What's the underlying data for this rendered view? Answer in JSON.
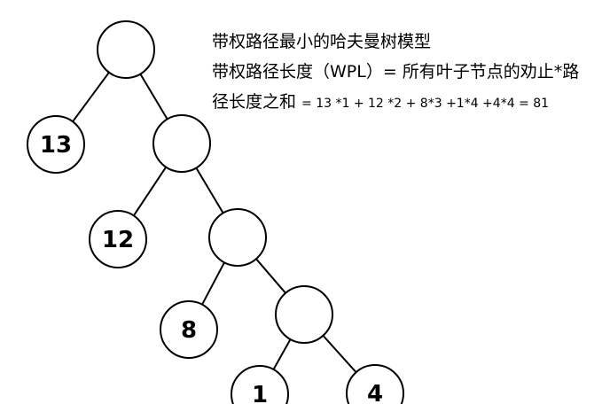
{
  "title": "带权路径最小的哈夫曼树模型",
  "definition_line1": "带权路径长度（WPL）= 所有叶子节点的劝止*路",
  "definition_line2": "径长度之和",
  "formula": "= 13 *1 + 12 *2 + 8*3 +1*4 +4*4 = 81",
  "tree": {
    "nodes": [
      {
        "id": "root",
        "label": ""
      },
      {
        "id": "leaf-13",
        "label": "13"
      },
      {
        "id": "internal-1",
        "label": ""
      },
      {
        "id": "leaf-12",
        "label": "12"
      },
      {
        "id": "internal-2",
        "label": ""
      },
      {
        "id": "leaf-8",
        "label": "8"
      },
      {
        "id": "internal-3",
        "label": ""
      },
      {
        "id": "leaf-1",
        "label": "1"
      },
      {
        "id": "leaf-4",
        "label": "4"
      }
    ],
    "edges": [
      [
        "root",
        "leaf-13"
      ],
      [
        "root",
        "internal-1"
      ],
      [
        "internal-1",
        "leaf-12"
      ],
      [
        "internal-1",
        "internal-2"
      ],
      [
        "internal-2",
        "leaf-8"
      ],
      [
        "internal-2",
        "internal-3"
      ],
      [
        "internal-3",
        "leaf-1"
      ],
      [
        "internal-3",
        "leaf-4"
      ]
    ]
  }
}
